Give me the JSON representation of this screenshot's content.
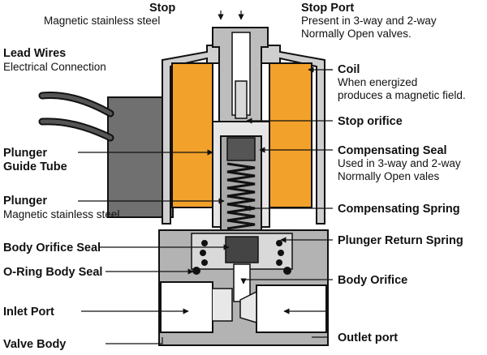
{
  "labels": {
    "stop": {
      "title": "Stop",
      "sub": "Magnetic stainless steel"
    },
    "stop_port": {
      "title": "Stop Port",
      "sub1": "Present in 3-way and 2-way",
      "sub2": "Normally Open valves."
    },
    "lead_wires": {
      "title": "Lead Wires",
      "sub": "Electrical Connection"
    },
    "coil": {
      "title": "Coil",
      "sub1": "When energized",
      "sub2": "produces a magnetic field."
    },
    "stop_orifice": {
      "title": "Stop orifice"
    },
    "plunger_guide_tube": {
      "title1": "Plunger",
      "title2": "Guide Tube"
    },
    "compensating_seal": {
      "title": "Compensating Seal",
      "sub1": "Used in 3-way and 2-way",
      "sub2": "Normally Open vales"
    },
    "plunger": {
      "title": "Plunger",
      "sub": "Magnetic stainless steel"
    },
    "compensating_spring": {
      "title": "Compensating Spring"
    },
    "body_orifice_seal": {
      "title": "Body Orifice Seal"
    },
    "plunger_return_spring": {
      "title": "Plunger Return Spring"
    },
    "o_ring_body_seal": {
      "title": "O-Ring Body Seal"
    },
    "body_orifice": {
      "title": "Body Orifice"
    },
    "inlet_port": {
      "title": "Inlet Port"
    },
    "outlet_port": {
      "title": "Outlet port"
    },
    "valve_body": {
      "title": "Valve Body"
    }
  },
  "colors": {
    "coil": "#f2a12a",
    "metal": "#bdbdbd",
    "metal_dark": "#8f8f8f",
    "housing": "#6b6b6b",
    "outline": "#111111"
  }
}
